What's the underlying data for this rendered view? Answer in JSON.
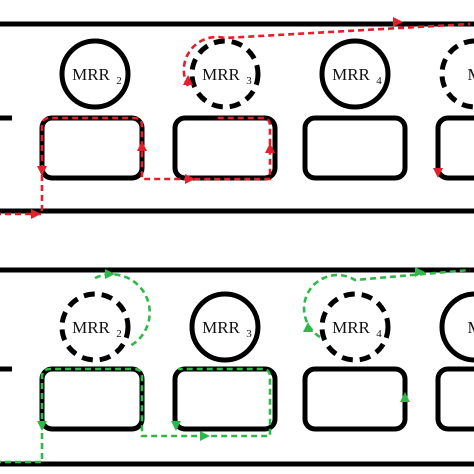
{
  "colors": {
    "waveguide": "#000000",
    "path_top": "#e0202a",
    "path_bottom": "#2eb84a",
    "background": "#ffffff"
  },
  "panels": [
    {
      "id": "top",
      "path_color_key": "path_top",
      "rings": [
        {
          "main": "MRR",
          "sub": "2",
          "state": "solid"
        },
        {
          "main": "MRR",
          "sub": "3",
          "state": "dashed"
        },
        {
          "main": "MRR",
          "sub": "4",
          "state": "solid"
        },
        {
          "main": "M",
          "sub": "",
          "state": "dashed"
        }
      ]
    },
    {
      "id": "bottom",
      "path_color_key": "path_bottom",
      "rings": [
        {
          "main": "MRR",
          "sub": "2",
          "state": "dashed"
        },
        {
          "main": "MRR",
          "sub": "3",
          "state": "solid"
        },
        {
          "main": "MRR",
          "sub": "4",
          "state": "dashed"
        },
        {
          "main": "M",
          "sub": "",
          "state": "solid"
        }
      ]
    }
  ]
}
